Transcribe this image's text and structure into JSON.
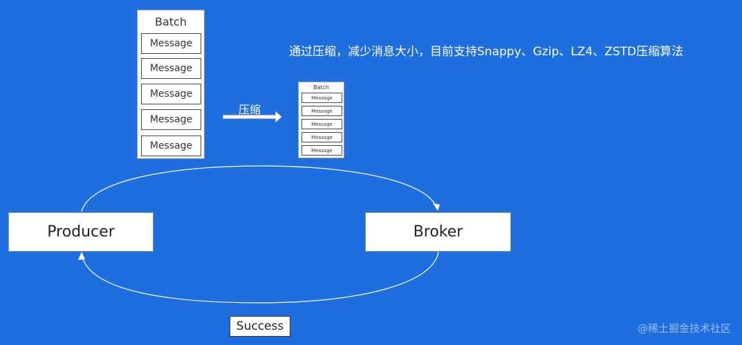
{
  "headline": "通过压缩，减少消息大小，目前支持Snappy、Gzip、LZ4、ZSTD压缩算法",
  "compress_label": "压缩",
  "batch_large": {
    "title": "Batch",
    "messages": [
      "Message",
      "Message",
      "Message",
      "Message",
      "Message"
    ]
  },
  "batch_small": {
    "title": "Batch",
    "messages": [
      "Message",
      "Message",
      "Message",
      "Message",
      "Message"
    ]
  },
  "producer_label": "Producer",
  "broker_label": "Broker",
  "success_label": "Success",
  "watermark": "@稀土掘金技术社区",
  "colors": {
    "background": "#1e6ee0",
    "box": "#ffffff",
    "line": "#ffffff"
  }
}
